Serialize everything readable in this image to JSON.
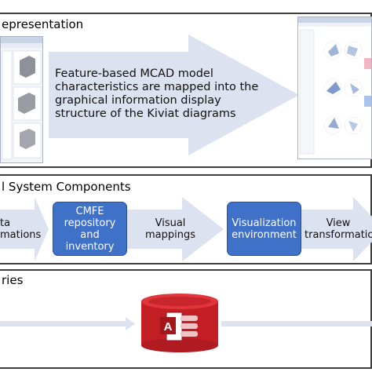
{
  "sections": {
    "representation": {
      "title": "epresentation",
      "arrow_text": "Feature-based MCAD model characteristics are mapped into the graphical information display structure of the Kiviat diagrams"
    },
    "components": {
      "title": "l System Components",
      "left_label": "ta\nmations",
      "box1": "CMFE\nrepository\nand\ninventory",
      "mid_label": "Visual\nmappings",
      "box2": "Visualization\nenvironment",
      "right_label": "View\ntransformation"
    },
    "libraries": {
      "title": "ries"
    }
  },
  "colors": {
    "arrow_fill": "#dde2f0",
    "box_fill": "#3f71c9",
    "db_red": "#c41e25"
  },
  "icons": {
    "database": "access-database-icon",
    "cad_screens": "cad-screenshot-icon",
    "kiviat_screen": "kiviat-screenshot-icon"
  }
}
